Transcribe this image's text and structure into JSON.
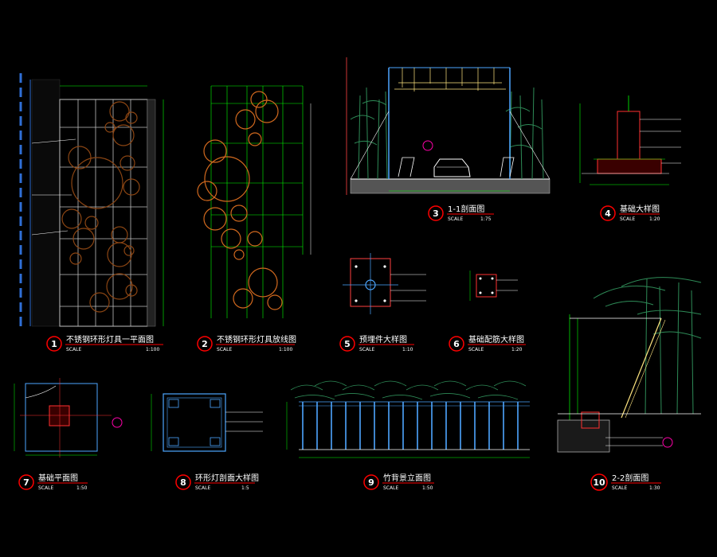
{
  "colors": {
    "background": "#000000",
    "structure": "#00ff00",
    "grid": "#bfbfbf",
    "ring": "#d2691e",
    "column": "#4da6ff",
    "bamboo": "#2e8b57",
    "callout": "#ff0000",
    "hatch": "#ff3030",
    "white": "#ffffff",
    "light": "#ffe680",
    "magenta": "#ff00aa"
  },
  "details": [
    {
      "num": "1",
      "title": "不锈钢环形灯具一平面图",
      "sub": "SCALE",
      "scale": "1:100"
    },
    {
      "num": "2",
      "title": "不锈钢环形灯具放线图",
      "sub": "SCALE",
      "scale": "1:100"
    },
    {
      "num": "3",
      "title": "1-1剖面图",
      "sub": "SCALE",
      "scale": "1:75"
    },
    {
      "num": "4",
      "title": "基础大样图",
      "sub": "SCALE",
      "scale": "1:20"
    },
    {
      "num": "5",
      "title": "预埋件大样图",
      "sub": "SCALE",
      "scale": "1:10"
    },
    {
      "num": "6",
      "title": "基础配筋大样图",
      "sub": "SCALE",
      "scale": "1:20"
    },
    {
      "num": "7",
      "title": "基础平面图",
      "sub": "SCALE",
      "scale": "1:50"
    },
    {
      "num": "8",
      "title": "环形灯剖面大样图",
      "sub": "SCALE",
      "scale": "1:5"
    },
    {
      "num": "9",
      "title": "竹背景立面图",
      "sub": "SCALE",
      "scale": "1:50"
    },
    {
      "num": "10",
      "title": "2-2剖面图",
      "sub": "SCALE",
      "scale": "1:30"
    }
  ]
}
